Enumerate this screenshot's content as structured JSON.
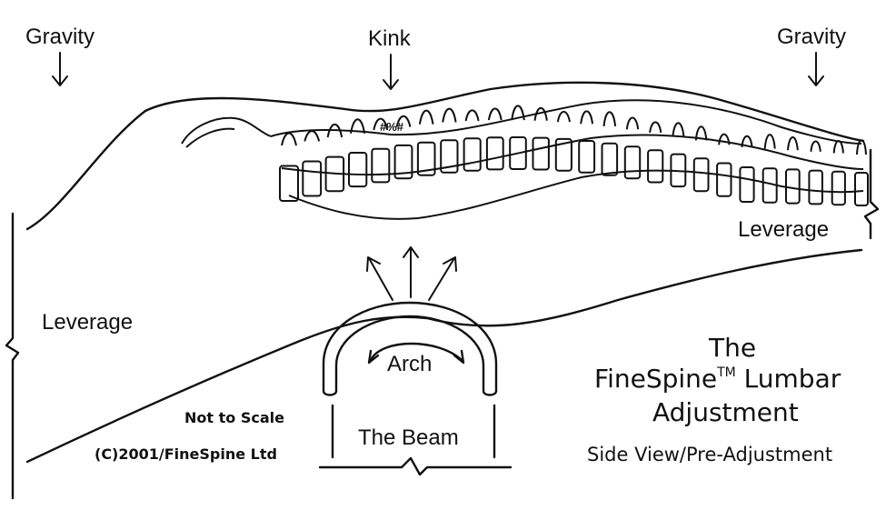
{
  "labels": {
    "gravity_left": "Gravity",
    "gravity_right": "Gravity",
    "kink": "Kink",
    "kink_marker": "#%#",
    "leverage_left": "Leverage",
    "leverage_right": "Leverage",
    "arch": "Arch",
    "beam": "The Beam",
    "not_to_scale": "Not to Scale",
    "copyright": "(C)2001/FineSpine Ltd"
  },
  "title": {
    "line1": "The",
    "line2_name": "FineSpine",
    "line2_tm": "TM",
    "line2_rest": " Lumbar",
    "line3": "Adjustment",
    "subtitle": "Side View/Pre-Adjustment"
  },
  "colors": {
    "ink": "#111111",
    "background": "#ffffff"
  }
}
